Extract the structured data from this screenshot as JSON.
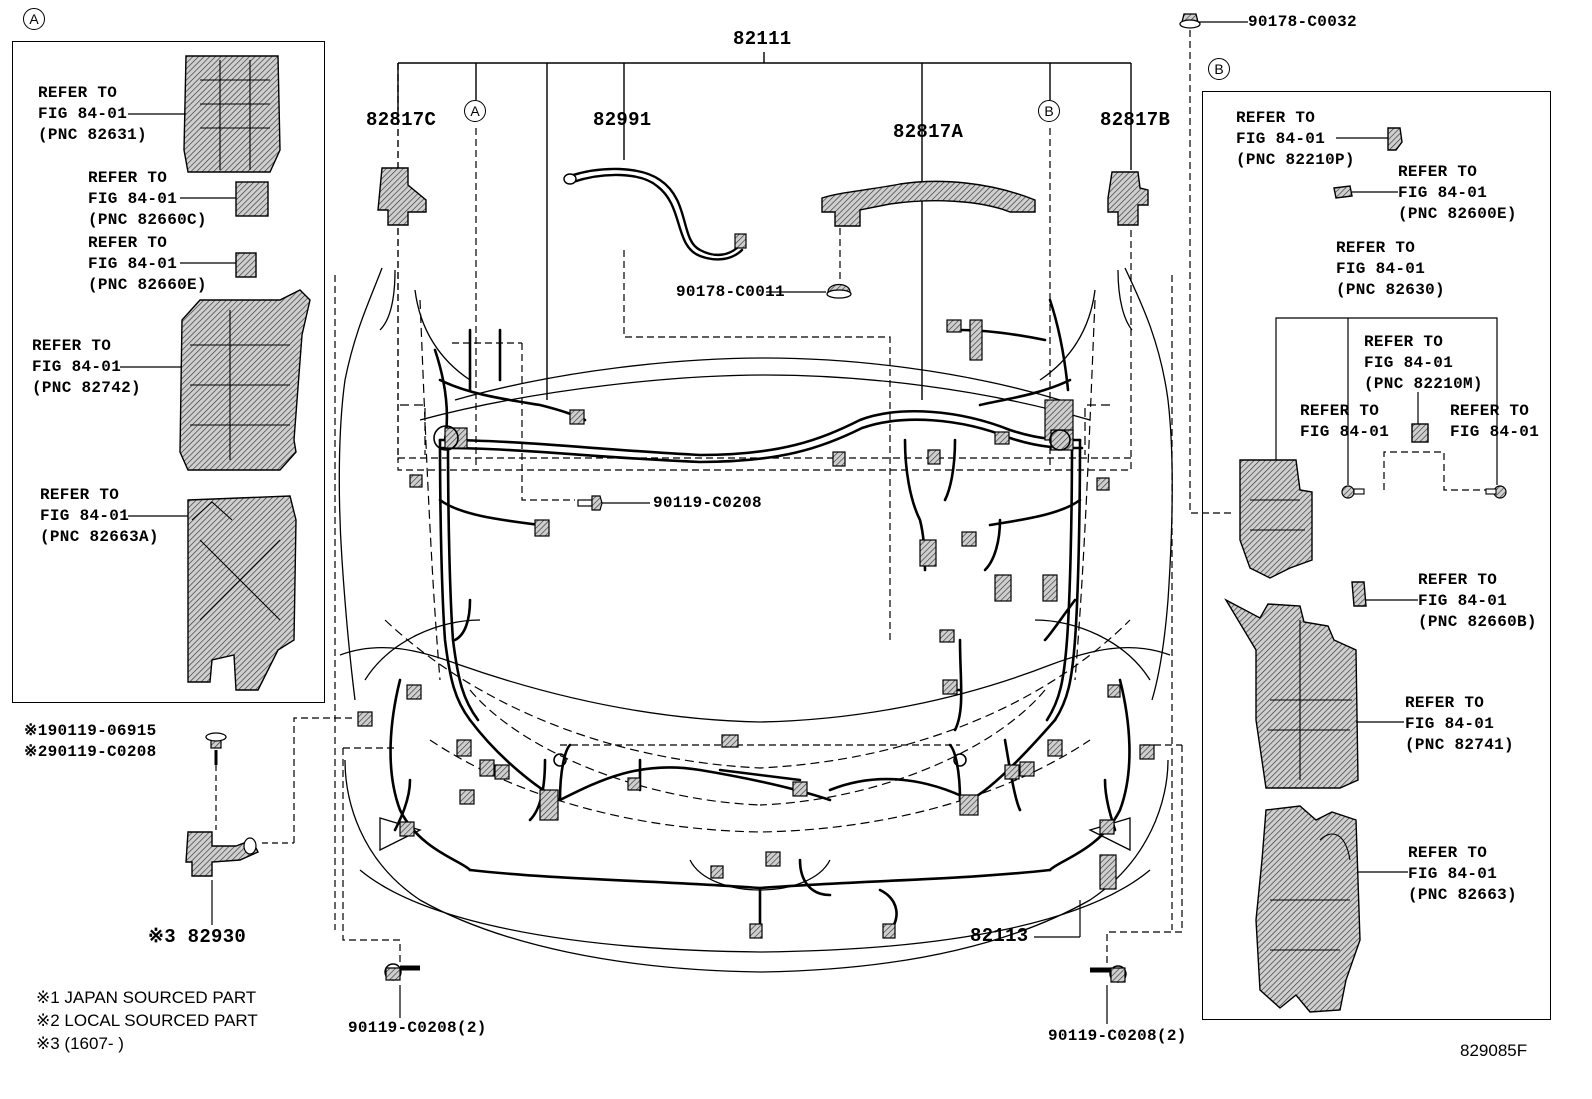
{
  "sections": {
    "a": {
      "marker": "A"
    },
    "b": {
      "marker": "B"
    }
  },
  "refs": {
    "a1": [
      "REFER TO",
      "FIG 84-01",
      "(PNC 82631)"
    ],
    "a2": [
      "REFER TO",
      "FIG 84-01",
      "(PNC 82660C)"
    ],
    "a3": [
      "REFER TO",
      "FIG 84-01",
      "(PNC 82660E)"
    ],
    "a4": [
      "REFER TO",
      "FIG 84-01",
      "(PNC 82742)"
    ],
    "a5": [
      "REFER TO",
      "FIG 84-01",
      "(PNC 82663A)"
    ],
    "b1": [
      "REFER TO",
      "FIG 84-01",
      "(PNC 82210P)"
    ],
    "b2": [
      "REFER TO",
      "FIG 84-01",
      "(PNC 82600E)"
    ],
    "b3": [
      "REFER TO",
      "FIG 84-01",
      "(PNC 82630)"
    ],
    "b4": [
      "REFER TO",
      "FIG 84-01",
      "(PNC 82210M)"
    ],
    "b5": [
      "REFER TO",
      "FIG 84-01"
    ],
    "b6": [
      "REFER TO",
      "FIG 84-01"
    ],
    "b7": [
      "REFER TO",
      "FIG 84-01",
      "(PNC 82660B)"
    ],
    "b8": [
      "REFER TO",
      "FIG 84-01",
      "(PNC 82741)"
    ],
    "b9": [
      "REFER TO",
      "FIG 84-01",
      "(PNC 82663)"
    ]
  },
  "parts": {
    "p82111": "82111",
    "p82817C": "82817C",
    "p82991": "82991",
    "p82817A": "82817A",
    "p82817B": "82817B",
    "p90178_0032": "90178-C0032",
    "p90178_0011": "90178-C0011",
    "p90119_0208": "90119-C0208",
    "p82113": "82113",
    "p90119_0208_2_left": "90119-C0208(2)",
    "p90119_0208_2_right": "90119-C0208(2)",
    "p82930": "※3 82930",
    "s1": "※190119-06915",
    "s2": "※290119-C0208",
    "markerA": "A",
    "markerB": "B"
  },
  "notes": [
    "※1 JAPAN SOURCED PART",
    "※2 LOCAL SOURCED PART",
    "※3 (1607-      )"
  ],
  "figure_id": "829085F"
}
